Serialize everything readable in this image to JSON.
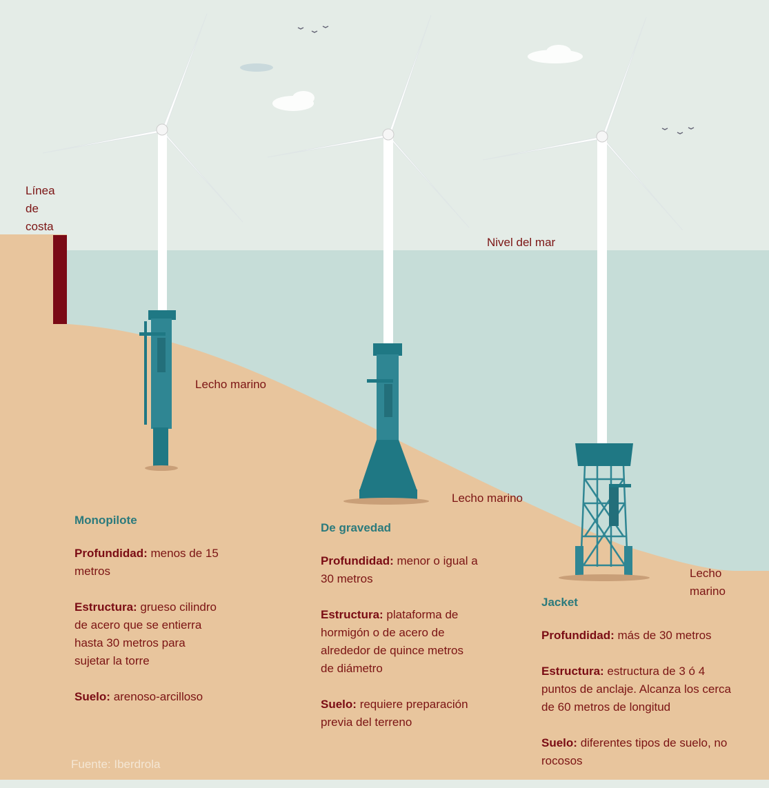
{
  "labels": {
    "coast": [
      "Línea",
      "de",
      "costa"
    ],
    "sea_level": "Nivel del mar",
    "seabed_1": "Lecho marino",
    "seabed_2": "Lecho marino",
    "seabed_3": [
      "Lecho",
      "marino"
    ]
  },
  "foundations": [
    {
      "title": "Monopilote",
      "depth_label": "Profundidad:",
      "depth": "menos de 15 metros",
      "structure_label": "Estructura:",
      "structure": "grueso cilindro de acero que se entierra hasta 30 metros para sujetar la torre",
      "soil_label": "Suelo:",
      "soil": "arenoso-arcilloso"
    },
    {
      "title": "De gravedad",
      "depth_label": "Profundidad:",
      "depth": "menor o igual a 30 metros",
      "structure_label": "Estructura:",
      "structure": "plataforma de hormigón o de acero de alrededor de quince metros de diámetro",
      "soil_label": "Suelo:",
      "soil": "requiere preparación previa del terreno"
    },
    {
      "title": "Jacket",
      "depth_label": "Profundidad:",
      "depth": "más de 30 metros",
      "structure_label": "Estructura:",
      "structure": "estructura de 3 ó 4 puntos de anclaje. Alcanza los cerca de 60 metros de longitud",
      "soil_label": "Suelo:",
      "soil": "diferentes tipos de suelo, no rocosos"
    }
  ],
  "source": "Fuente: Iberdrola",
  "colors": {
    "sky": "#e4ece7",
    "sea": "#c6ddd8",
    "sand": "#e8c59d",
    "teal": "#1f7884",
    "coast": "#7a0a16"
  }
}
